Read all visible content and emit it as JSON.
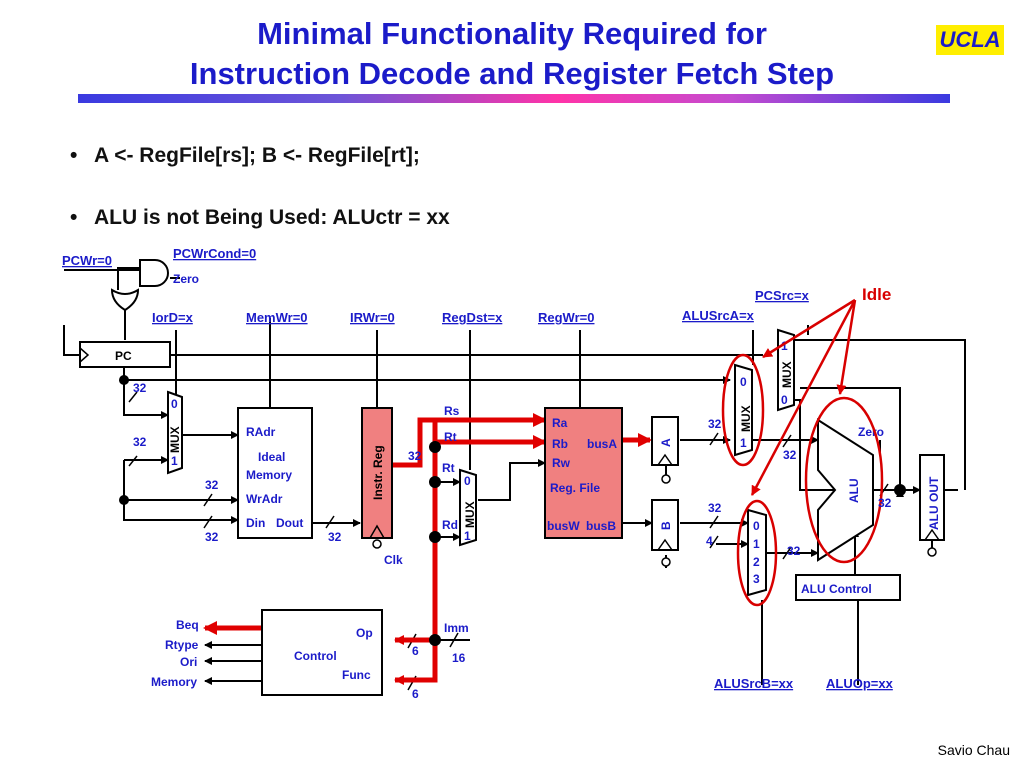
{
  "slide": {
    "title_line1": "Minimal Functionality Required for",
    "title_line2": "Instruction Decode and Register Fetch Step",
    "logo": "UCLA",
    "bullets": [
      "A <- RegFile[rs]; B <- RegFile[rt];",
      "ALU is not Being Used: ALUctr = xx"
    ],
    "footer": "Savio Chau"
  },
  "diagram": {
    "controls": {
      "pcwr": "PCWr=0",
      "pcwrcond": "PCWrCond=0",
      "zero": "Zero",
      "iord": "IorD=x",
      "memwr": "MemWr=0",
      "irwr": "IRWr=0",
      "regdst": "RegDst=x",
      "regwr": "RegWr=0",
      "alusrca": "ALUSrcA=x",
      "pcsrc": "PCSrc=x",
      "alusrcb": "ALUSrcB=xx",
      "aluop": "ALUOp=xx"
    },
    "blocks": {
      "pc": "PC",
      "mem_title1": "Ideal",
      "mem_title2": "Memory",
      "mem_radr": "RAdr",
      "mem_wradr": "WrAdr",
      "mem_din": "Din",
      "mem_dout": "Dout",
      "ireg": "Instr. Reg",
      "clk": "Clk",
      "rf_ra": "Ra",
      "rf_rb": "Rb",
      "rf_rw": "Rw",
      "rf_title": "Reg. File",
      "rf_busa": "busA",
      "rf_busw": "busW",
      "rf_busb": "busB",
      "reg_a": "A",
      "reg_b": "B",
      "alu": "ALU",
      "alu_out": "ALU OUT",
      "alu_zero": "Zero",
      "alu_control": "ALU Control",
      "control": "Control",
      "ctrl_op": "Op",
      "ctrl_func": "Func",
      "mux": "MUX"
    },
    "signals": {
      "rs": "Rs",
      "rt1": "Rt",
      "rt2": "Rt",
      "rd": "Rd",
      "imm": "Imm",
      "w32": "32",
      "w4": "4",
      "w6": "6",
      "w16": "16",
      "d0": "0",
      "d1": "1",
      "d2": "2",
      "d3": "3"
    },
    "outputs": [
      "Beq",
      "Rtype",
      "Ori",
      "Memory"
    ],
    "annotation": "Idle",
    "colors": {
      "wire": "#000000",
      "active": "#e00000",
      "highlight_block": "#f08080",
      "label_blue": "#1b1bc9"
    }
  }
}
